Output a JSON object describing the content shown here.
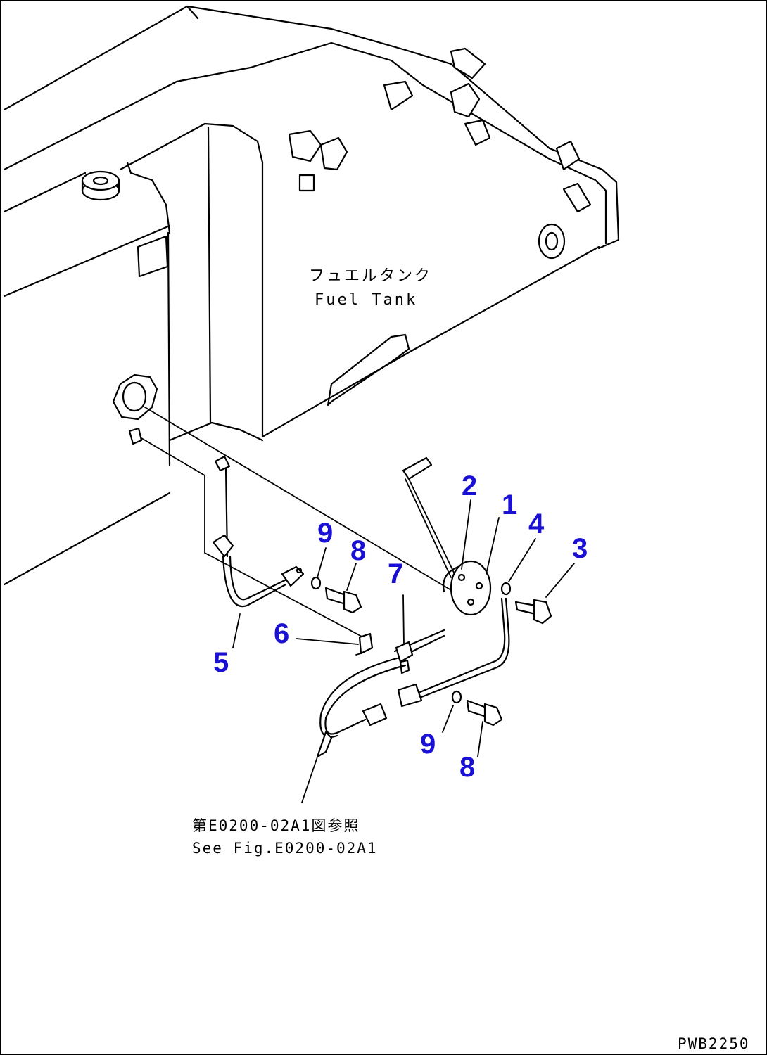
{
  "labels": {
    "fuel_tank_jp": "フュエルタンク",
    "fuel_tank_en": "Fuel Tank",
    "reference_jp": "第E0200-02A1図参照",
    "reference_en": "See Fig.E0200-02A1",
    "drawing_code": "PWB2250"
  },
  "callouts": [
    {
      "id": "c1",
      "num": "1"
    },
    {
      "id": "c2",
      "num": "2"
    },
    {
      "id": "c3",
      "num": "3"
    },
    {
      "id": "c4",
      "num": "4"
    },
    {
      "id": "c5",
      "num": "5"
    },
    {
      "id": "c6",
      "num": "6"
    },
    {
      "id": "c7",
      "num": "7"
    },
    {
      "id": "c8a",
      "num": "8"
    },
    {
      "id": "c8b",
      "num": "8"
    },
    {
      "id": "c9a",
      "num": "9"
    },
    {
      "id": "c9b",
      "num": "9"
    }
  ],
  "colors": {
    "callout": "#1a10d4",
    "line": "#000000"
  }
}
